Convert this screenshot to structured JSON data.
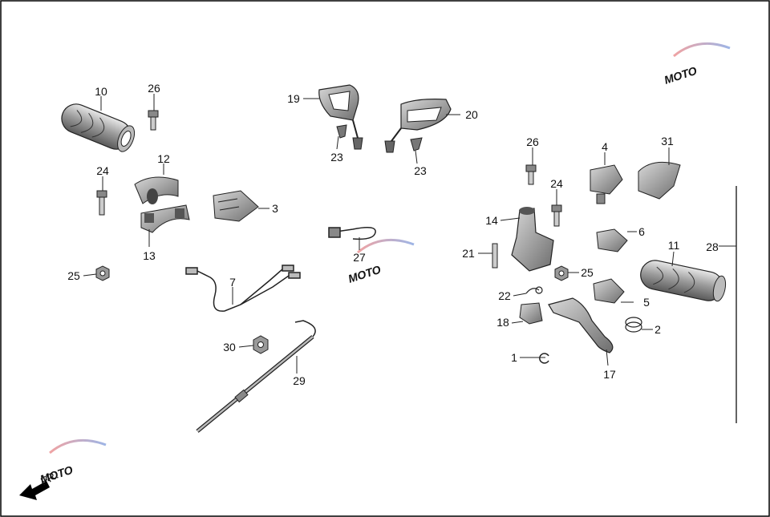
{
  "diagram": {
    "direction_label": "FR.",
    "watermark": "MOTO",
    "callouts": [
      {
        "id": "10",
        "label": "10"
      },
      {
        "id": "26a",
        "label": "26"
      },
      {
        "id": "24a",
        "label": "24"
      },
      {
        "id": "12",
        "label": "12"
      },
      {
        "id": "13",
        "label": "13"
      },
      {
        "id": "3",
        "label": "3"
      },
      {
        "id": "25a",
        "label": "25"
      },
      {
        "id": "7",
        "label": "7"
      },
      {
        "id": "19",
        "label": "19"
      },
      {
        "id": "23a",
        "label": "23"
      },
      {
        "id": "20",
        "label": "20"
      },
      {
        "id": "23b",
        "label": "23"
      },
      {
        "id": "27",
        "label": "27"
      },
      {
        "id": "30",
        "label": "30"
      },
      {
        "id": "29",
        "label": "29"
      },
      {
        "id": "26b",
        "label": "26"
      },
      {
        "id": "4",
        "label": "4"
      },
      {
        "id": "31",
        "label": "31"
      },
      {
        "id": "24b",
        "label": "24"
      },
      {
        "id": "14",
        "label": "14"
      },
      {
        "id": "6",
        "label": "6"
      },
      {
        "id": "21",
        "label": "21"
      },
      {
        "id": "11",
        "label": "11"
      },
      {
        "id": "28",
        "label": "28"
      },
      {
        "id": "25b",
        "label": "25"
      },
      {
        "id": "22",
        "label": "22"
      },
      {
        "id": "5",
        "label": "5"
      },
      {
        "id": "18",
        "label": "18"
      },
      {
        "id": "2",
        "label": "2"
      },
      {
        "id": "1",
        "label": "1"
      },
      {
        "id": "17",
        "label": "17"
      }
    ]
  }
}
